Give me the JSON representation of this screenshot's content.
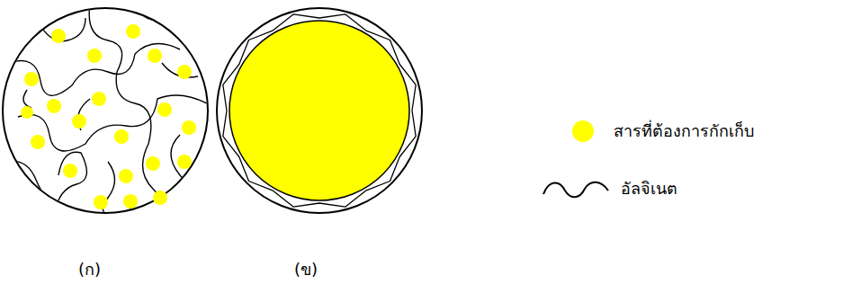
{
  "diagram": {
    "labels": [
      "(ก)",
      "(ข)"
    ],
    "legend": [
      {
        "text": "สารที่ต้องการกักเก็บ",
        "color": "#ffff00"
      },
      {
        "text": "อัลจิเนต"
      }
    ]
  }
}
